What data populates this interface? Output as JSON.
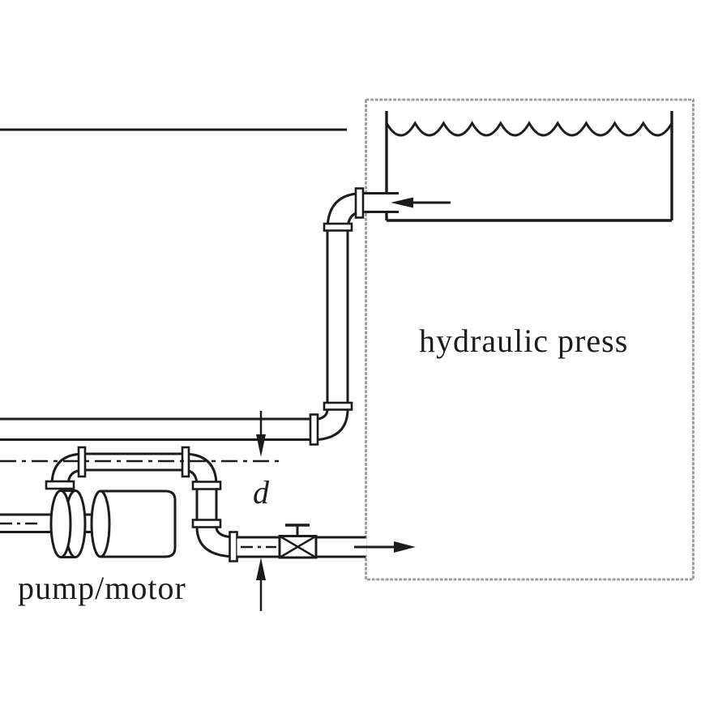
{
  "diagram": {
    "press_label": "hydraulic press",
    "pump_label": "pump/motor",
    "dimension_label": "d"
  },
  "colors": {
    "ink": "#1c1c1c",
    "press_border": "#9b9b9b",
    "background": "#ffffff"
  }
}
